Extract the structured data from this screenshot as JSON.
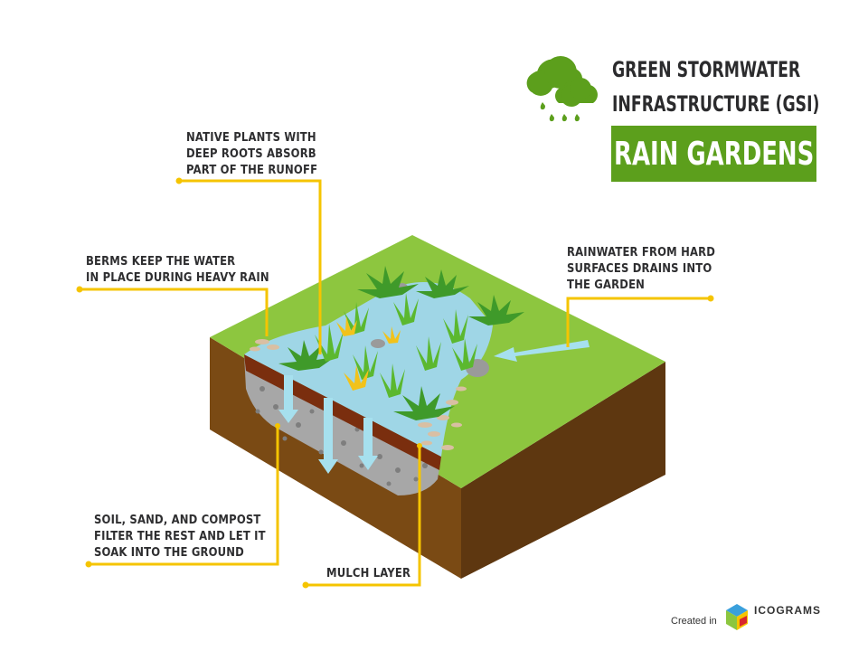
{
  "header": {
    "title_line1": "GREEN STORMWATER",
    "title_line2": "INFRASTRUCTURE (GSI)",
    "badge_text": "RAIN GARDENS",
    "icon": "rain-cloud-icon"
  },
  "callouts": {
    "native_plants": [
      "NATIVE PLANTS WITH",
      "DEEP ROOTS ABSORB",
      "PART OF THE RUNOFF"
    ],
    "berms": [
      "BERMS KEEP THE WATER",
      "IN PLACE DURING HEAVY RAIN"
    ],
    "rainwater": [
      "RAINWATER FROM HARD",
      "SURFACES DRAINS INTO",
      "THE GARDEN"
    ],
    "soil": [
      "SOIL, SAND, AND COMPOST",
      "FILTER THE REST AND LET IT",
      "SOAK INTO THE GROUND"
    ],
    "mulch": [
      "MULCH LAYER"
    ]
  },
  "footer": {
    "created_in": "Created in",
    "brand": "ICOGRAMS"
  },
  "colors": {
    "grass": "#8dc63f",
    "soil_left": "#7a4a14",
    "soil_right": "#5e3710",
    "water": "#9fd6e6",
    "mulch": "#7a2e0e",
    "gravel": "#a9a9a9",
    "leader": "#f5c400",
    "badge": "#5c9f1c",
    "text": "#2e2e30"
  }
}
